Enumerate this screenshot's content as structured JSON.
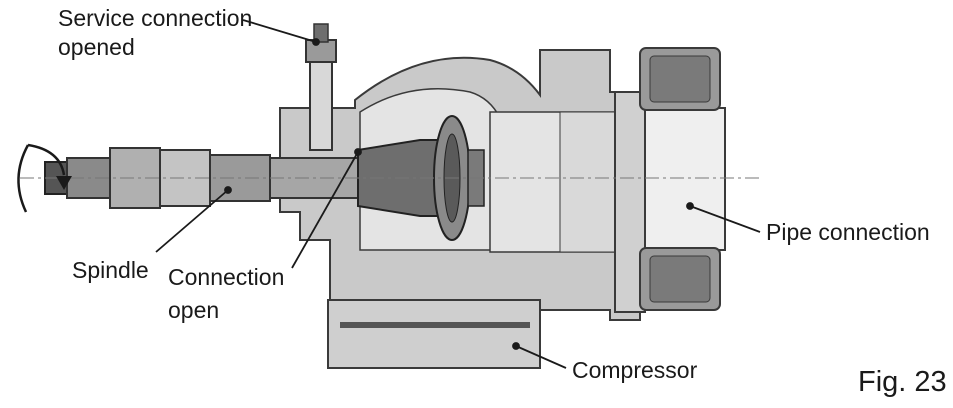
{
  "labels": {
    "service_connection_line1": "Service connection",
    "service_connection_line2": "opened",
    "spindle": "Spindle",
    "connection_open_line1": "Connection",
    "connection_open_line2": "open",
    "pipe_connection": "Pipe connection",
    "compressor": "Compressor"
  },
  "figure_label": "Fig. 23",
  "colors": {
    "body_fill": "#c9c9c9",
    "body_stroke": "#3a3a3a",
    "dark_part": "#6e6e6e",
    "mid_part": "#9a9a9a",
    "light_part": "#e4e4e4",
    "leader": "#1a1a1a"
  },
  "icons": [
    "rotation-arrow-icon"
  ]
}
